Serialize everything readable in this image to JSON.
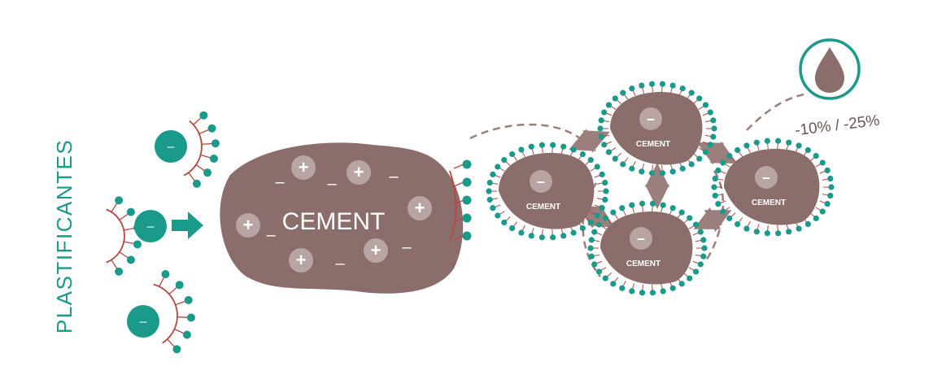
{
  "title": "PLASTIFICANTES",
  "main_particle": {
    "label": "CEMENT",
    "positive_sign": "+",
    "negative_sign": "–"
  },
  "dispersed_particles": [
    {
      "label": "CEMENT",
      "sign": "–"
    },
    {
      "label": "CEMENT",
      "sign": "–"
    },
    {
      "label": "CEMENT",
      "sign": "–"
    },
    {
      "label": "CEMENT",
      "sign": "–"
    }
  ],
  "plasticizer_molecule_sign": "–",
  "water_reduction": "-10% / -25%",
  "water_icon": "water-drop-icon",
  "colors": {
    "cement": "#8b6e6c",
    "cement_dark": "#7d6160",
    "teal": "#1a9a8a",
    "polymer": "#b5473f",
    "arrow_brown": "#9b7f7c",
    "charge_circle": "#b8a5a3",
    "background": "#ffffff"
  }
}
